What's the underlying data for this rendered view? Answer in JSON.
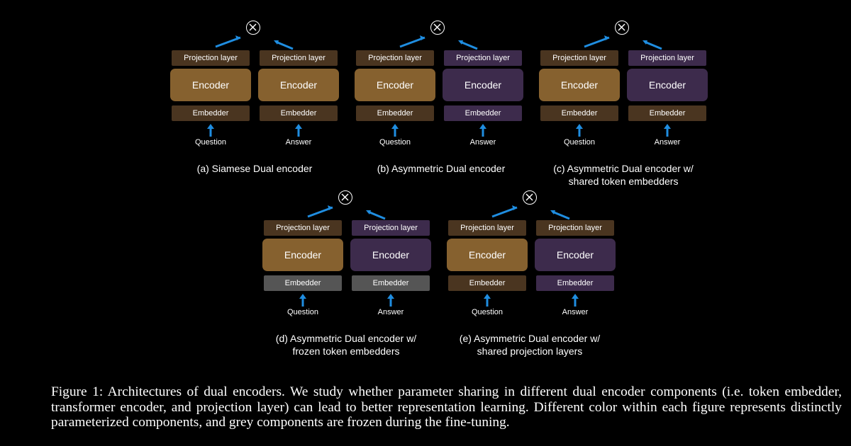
{
  "colors": {
    "background": "#000000",
    "gold_component": "#86612f",
    "gold_thin_component": "#4a3520",
    "purple_component": "#3d2b4c",
    "grey_frozen_component": "#555555",
    "arrow": "#1f8de0"
  },
  "icons": {
    "combine_operator": "circled-times-icon",
    "input_arrow": "up-arrow-icon"
  },
  "panels": [
    {
      "id": "a",
      "caption": "(a) Siamese Dual encoder",
      "left": {
        "projection": "Projection layer",
        "encoder": "Encoder",
        "embedder": "Embedder",
        "input": "Question"
      },
      "right": {
        "projection": "Projection layer",
        "encoder": "Encoder",
        "embedder": "Embedder",
        "input": "Answer"
      }
    },
    {
      "id": "b",
      "caption": "(b) Asymmetric Dual encoder",
      "left": {
        "projection": "Projection layer",
        "encoder": "Encoder",
        "embedder": "Embedder",
        "input": "Question"
      },
      "right": {
        "projection": "Projection layer",
        "encoder": "Encoder",
        "embedder": "Embedder",
        "input": "Answer"
      }
    },
    {
      "id": "c",
      "caption": "(c) Asymmetric Dual encoder w/ shared token embedders",
      "left": {
        "projection": "Projection layer",
        "encoder": "Encoder",
        "embedder": "Embedder",
        "input": "Question"
      },
      "right": {
        "projection": "Projection layer",
        "encoder": "Encoder",
        "embedder": "Embedder",
        "input": "Answer"
      }
    },
    {
      "id": "d",
      "caption": "(d) Asymmetric Dual encoder w/ frozen token embedders",
      "left": {
        "projection": "Projection layer",
        "encoder": "Encoder",
        "embedder": "Embedder",
        "input": "Question"
      },
      "right": {
        "projection": "Projection layer",
        "encoder": "Encoder",
        "embedder": "Embedder",
        "input": "Answer"
      }
    },
    {
      "id": "e",
      "caption": "(e) Asymmetric Dual encoder w/ shared projection layers",
      "left": {
        "projection": "Projection layer",
        "encoder": "Encoder",
        "embedder": "Embedder",
        "input": "Question"
      },
      "right": {
        "projection": "Projection layer",
        "encoder": "Encoder",
        "embedder": "Embedder",
        "input": "Answer"
      }
    }
  ],
  "figure_caption": "Figure 1: Architectures of dual encoders. We study whether parameter sharing in different dual encoder components (i.e. token embedder, transformer encoder, and projection layer) can lead to better representation learning. Different color within each figure represents distinctly parameterized components, and grey components are frozen during the fine-tuning."
}
